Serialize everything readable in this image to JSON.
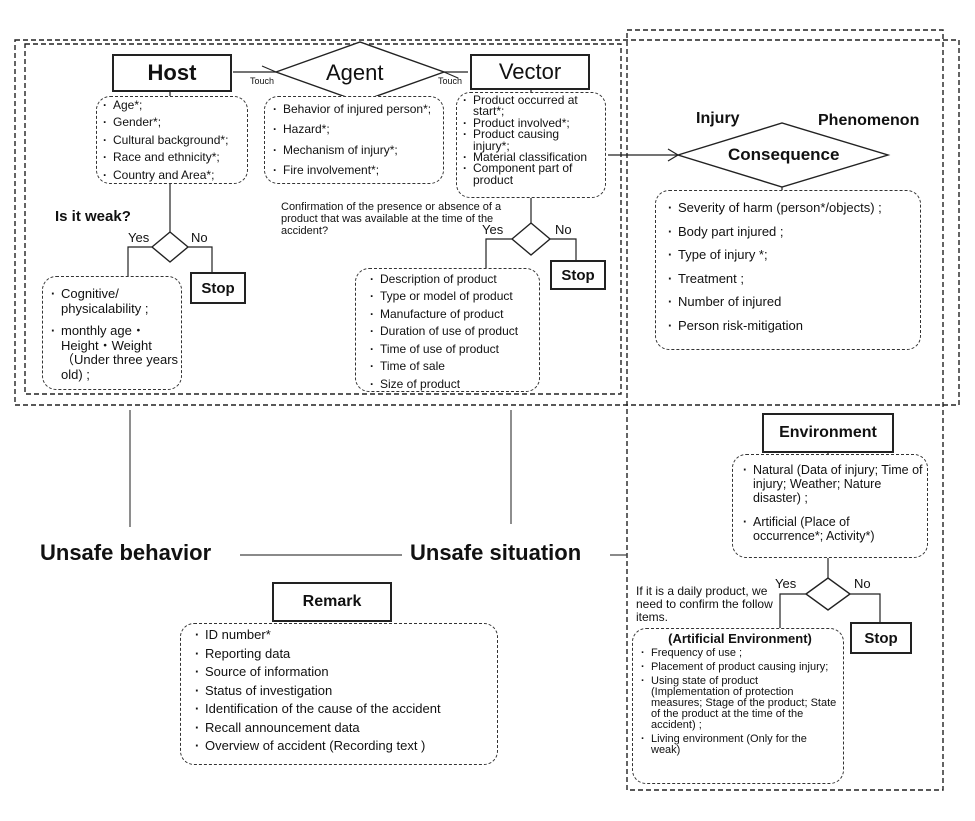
{
  "host": {
    "title": "Host",
    "items": [
      "Age*;",
      "Gender*;",
      "Cultural background*;",
      "Race and ethnicity*;",
      "Country and Area*;"
    ],
    "question": "Is it weak?",
    "yes": "Yes",
    "no": "No",
    "stop": "Stop",
    "weak_items": [
      "Cognitive/ physicalability ;",
      "monthly age・ Height・Weight （Under three years old) ;"
    ]
  },
  "agent": {
    "title": "Agent",
    "touch_left": "Touch",
    "touch_right": "Touch",
    "items": [
      "Behavior of injured person*;",
      "Hazard*;",
      "Mechanism of injury*;",
      "Fire involvement*;"
    ]
  },
  "vector": {
    "title": "Vector",
    "items": [
      "Product occurred at start*;",
      "Product involved*;",
      "Product causing injury*;",
      "Material classification",
      "Component part of product"
    ],
    "question": "Confirmation of the presence or absence of a product that was available at the time of the accident?",
    "yes": "Yes",
    "no": "No",
    "stop": "Stop",
    "product_items": [
      "Description of product",
      "Type or model of product",
      "Manufacture of product",
      "Duration of use of product",
      "Time of use of product",
      "Time of sale",
      "Size of product"
    ]
  },
  "consequence": {
    "injury_label": "Injury",
    "phenomenon_label": "Phenomenon",
    "title": "Consequence",
    "items": [
      "Severity of harm (person*/objects) ;",
      "Body part injured ;",
      "Type of injury *;",
      "Treatment ;",
      "Number of injured",
      "Person risk-mitigation"
    ]
  },
  "environment": {
    "title": "Environment",
    "items": [
      "Natural (Data of injury; Time of injury; Weather; Nature disaster) ;",
      "Artificial (Place of occurrence*; Activity*)"
    ],
    "question": "If it is a daily product, we need to confirm the follow items.",
    "yes": "Yes",
    "no": "No",
    "stop": "Stop",
    "artificial_title": "(Artificial Environment)",
    "artificial_items": [
      "Frequency of use ;",
      "Placement of product causing injury;",
      "Using state of product (Implementation of protection measures; Stage of the product; State of the product at the time of the accident) ;",
      "Living environment (Only for the weak)"
    ]
  },
  "bottom": {
    "unsafe_behavior": "Unsafe behavior",
    "unsafe_situation": "Unsafe situation"
  },
  "remark": {
    "title": "Remark",
    "items": [
      "ID number*",
      "Reporting data",
      "Source of information",
      "Status of investigation",
      "Identification of the cause of the accident",
      "Recall announcement data",
      "Overview of accident (Recording text )"
    ]
  }
}
